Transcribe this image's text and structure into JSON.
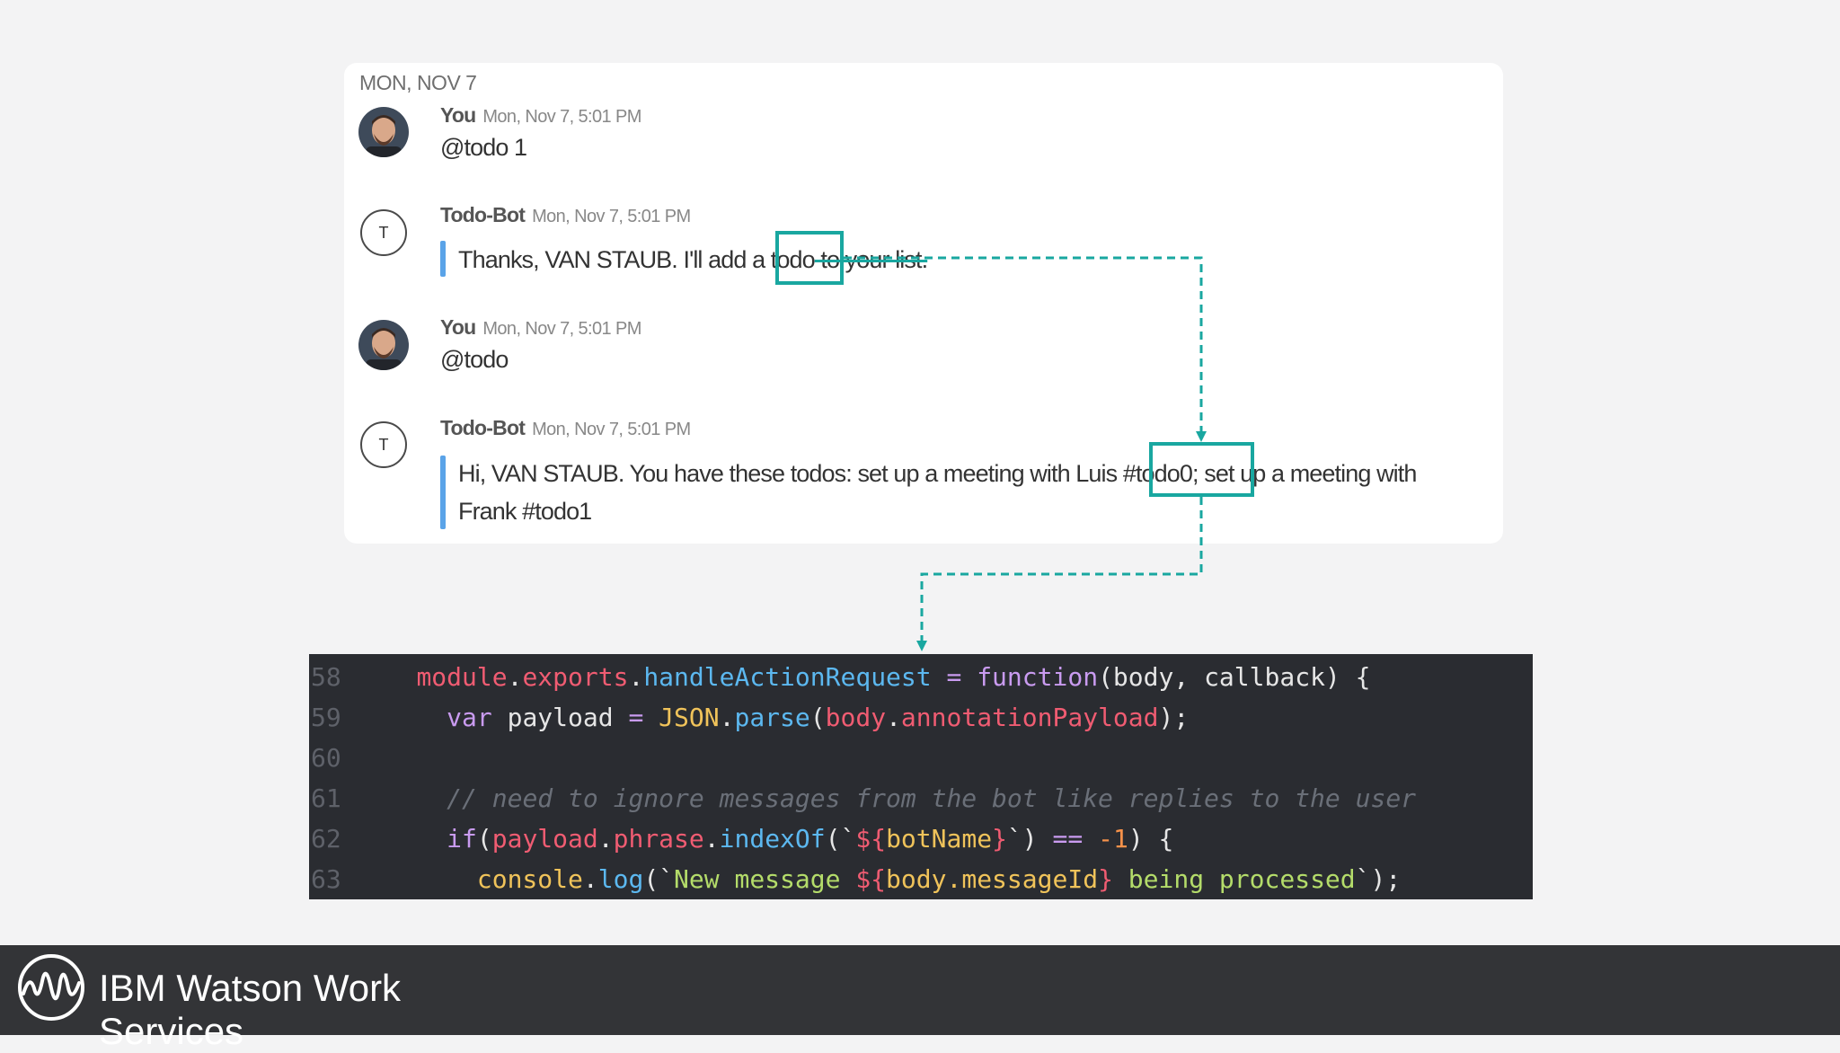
{
  "chat": {
    "date_divider": "MON, NOV 7",
    "messages": [
      {
        "sender": "You",
        "time": "Mon, Nov 7, 5:01 PM",
        "text": "@todo 1"
      },
      {
        "sender": "Todo-Bot",
        "avatar_letter": "T",
        "time": "Mon, Nov 7, 5:01 PM",
        "text_before": "Thanks, VAN STAUB. I'll add a ",
        "text_highlight": "todo",
        "text_after": " to your list."
      },
      {
        "sender": "You",
        "time": "Mon, Nov 7, 5:01 PM",
        "text": "@todo"
      },
      {
        "sender": "Todo-Bot",
        "avatar_letter": "T",
        "time": "Mon, Nov 7, 5:01 PM",
        "line1_before": "Hi, VAN STAUB. You have these todos: set up a meeting with Luis ",
        "line1_highlight": "#todo0;",
        "line1_after": " set up a meeting with",
        "line2": "Frank #todo1"
      }
    ]
  },
  "code": {
    "lines": [
      {
        "num": "58"
      },
      {
        "num": "59"
      },
      {
        "num": "60"
      },
      {
        "num": "61"
      },
      {
        "num": "62"
      },
      {
        "num": "63"
      }
    ],
    "tokens": {
      "l58": [
        "module",
        ".",
        "exports",
        ".",
        "handleActionRequest",
        " = ",
        "function",
        "(body, callback) {"
      ],
      "l59": [
        "var",
        " payload ",
        "=",
        " ",
        "JSON",
        ".",
        "parse",
        "(",
        "body",
        ".",
        "annotationPayload",
        ");"
      ],
      "l61": [
        "// need to ignore messages from the bot like replies to the user"
      ],
      "l62": [
        "if",
        "(",
        "payload",
        ".",
        "phrase",
        ".",
        "indexOf",
        "(`",
        "${",
        "botName",
        "}",
        "`) ",
        "==",
        " ",
        "-1",
        ") {"
      ],
      "l63": [
        "console",
        ".",
        "log",
        "(`",
        "New message ",
        "${",
        "body.messageId",
        "}",
        " being processed",
        "`);"
      ]
    }
  },
  "footer": {
    "brand_name": "IBM Watson Work Services"
  },
  "colors": {
    "highlight": "#19a7a0",
    "quote_bar": "#5aa3e8",
    "code_bg": "#2a2c31",
    "footer_bg": "#333437"
  }
}
